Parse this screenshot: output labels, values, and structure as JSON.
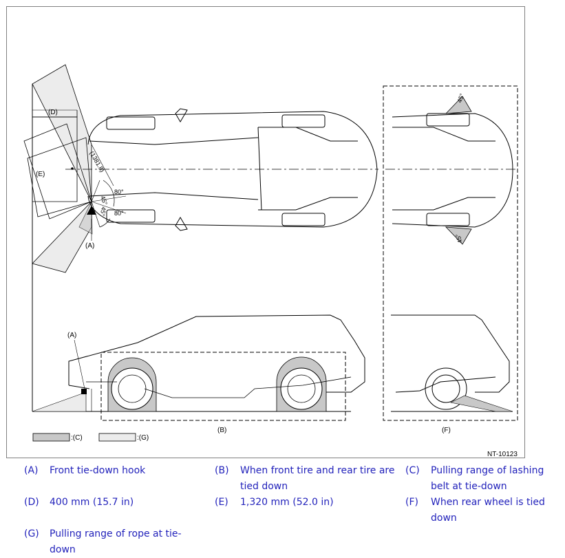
{
  "figure": {
    "id": "NT-10123",
    "labels": {
      "a_top": "(A)",
      "a_bottom": "(A)",
      "b": "(B)",
      "d": "(D)",
      "e": "(E)",
      "f": "(F)",
      "dim_1381": "(1381.8)",
      "angle_80_top": "80°",
      "angle_80_bottom": "80°",
      "angle_45_a": "45°",
      "angle_45_b": "45°",
      "angle_45_rear_top": "45°",
      "angle_45_rear_bottom": "45°",
      "legend_c": ":(C)",
      "legend_g": ":(G)"
    },
    "colors": {
      "lashing_belt_range": "#c8c8c8",
      "rope_range": "#ececec",
      "line": "#000000",
      "frame": "#808080"
    }
  },
  "legend": [
    {
      "key": "(A)",
      "text": "Front tie-down hook"
    },
    {
      "key": "(B)",
      "text": "When front tire and rear tire are tied down"
    },
    {
      "key": "(C)",
      "text": "Pulling range of lashing belt at tie-down"
    },
    {
      "key": "(D)",
      "text": "400 mm (15.7 in)"
    },
    {
      "key": "(E)",
      "text": "1,320 mm (52.0 in)"
    },
    {
      "key": "(F)",
      "text": "When rear wheel is tied down"
    },
    {
      "key": "(G)",
      "text": "Pulling range of rope at tie-down"
    }
  ]
}
